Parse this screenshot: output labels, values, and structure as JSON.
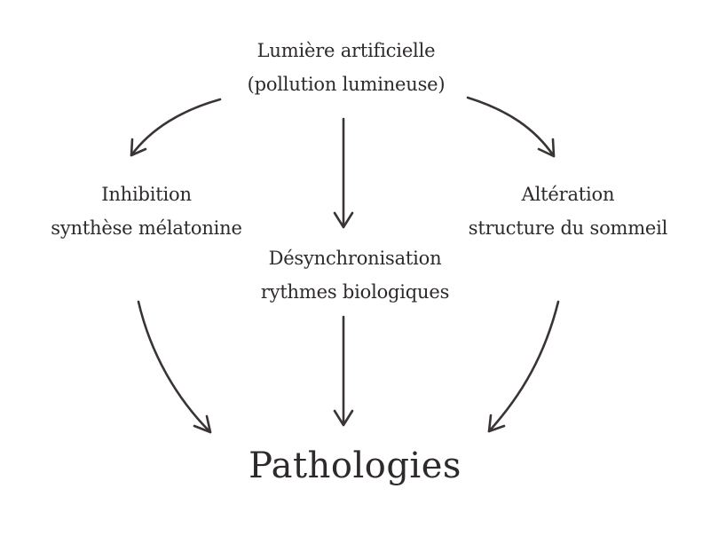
{
  "diagram": {
    "source": {
      "lines": [
        "Lumière artificielle",
        "(pollution lumineuse)"
      ]
    },
    "effects": {
      "left": {
        "lines": [
          "Inhibition",
          "synthèse mélatonine"
        ]
      },
      "center": {
        "lines": [
          "Désynchronisation",
          "rythmes biologiques"
        ]
      },
      "right": {
        "lines": [
          "Altération",
          "structure du sommeil"
        ]
      }
    },
    "target": {
      "label": "Pathologies"
    },
    "colors": {
      "ink": "#3a3434",
      "background": "#ffffff"
    }
  }
}
